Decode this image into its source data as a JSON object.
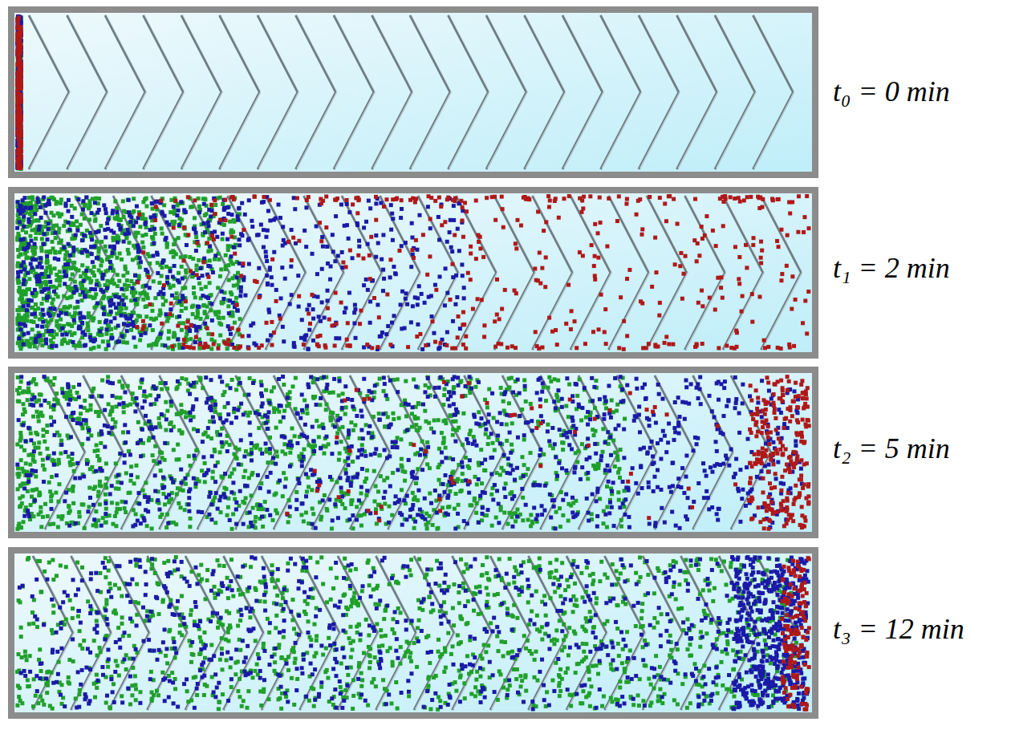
{
  "diagram": {
    "labels": [
      "t₀ = 0 min",
      "t₁ = 2 min",
      "t₂ = 5 min",
      "t₃ = 12 min"
    ]
  }
}
